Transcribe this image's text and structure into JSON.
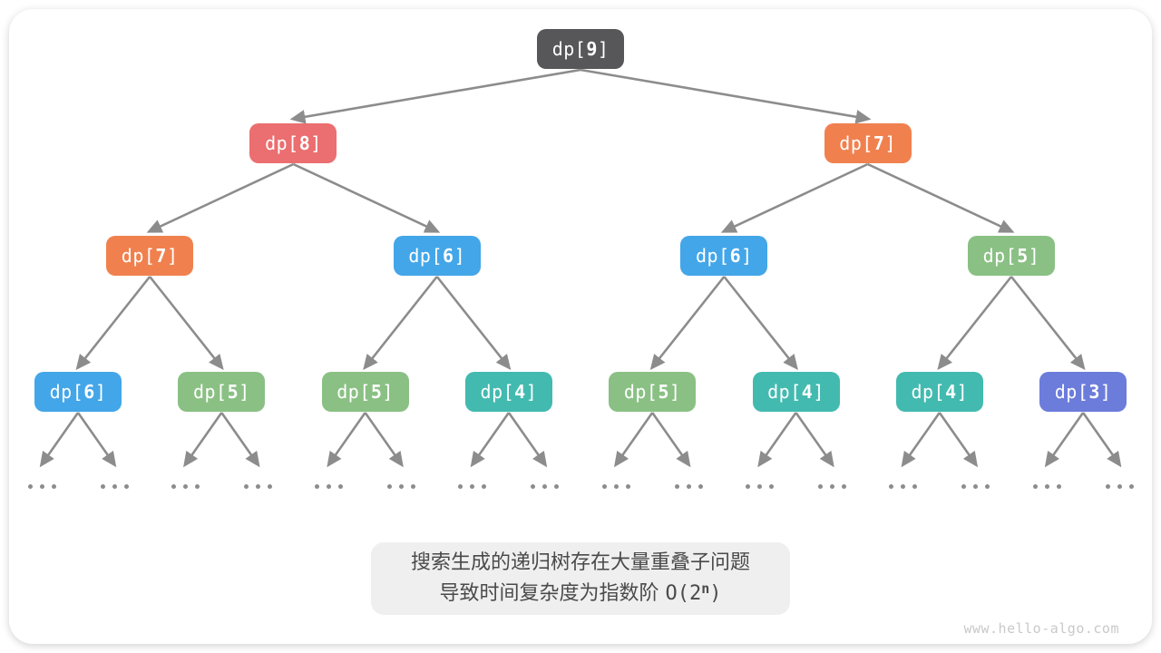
{
  "colors": {
    "card_bg": "#FFFFFF",
    "node_text": "#FFFFFF",
    "arrow": "#8C8C8C",
    "dots": "#8C8C8C",
    "caption_bg": "#EFEFEF",
    "caption_text": "#4A4A4A",
    "watermark_text": "#C9C9C9",
    "node_values": {
      "9": "#57575A",
      "8": "#EB6E70",
      "7": "#F0814F",
      "6": "#43A6E8",
      "5": "#8AC084",
      "4": "#43BAB0",
      "3": "#6C7CDB"
    }
  },
  "tree": {
    "node_label_prefix": "dp[",
    "node_label_suffix": "]",
    "levels": [
      [
        "9"
      ],
      [
        "8",
        "7"
      ],
      [
        "7",
        "6",
        "6",
        "5"
      ],
      [
        "6",
        "5",
        "5",
        "4",
        "5",
        "4",
        "4",
        "3"
      ]
    ],
    "ellipsis": "..."
  },
  "caption": {
    "line1": "搜索生成的递归树存在大量重叠子问题",
    "line2_text": "导致时间复杂度为指数阶",
    "line2_math_open": "O(2",
    "line2_math_sup": "n",
    "line2_math_close": ")"
  },
  "watermark": "www.hello-algo.com"
}
